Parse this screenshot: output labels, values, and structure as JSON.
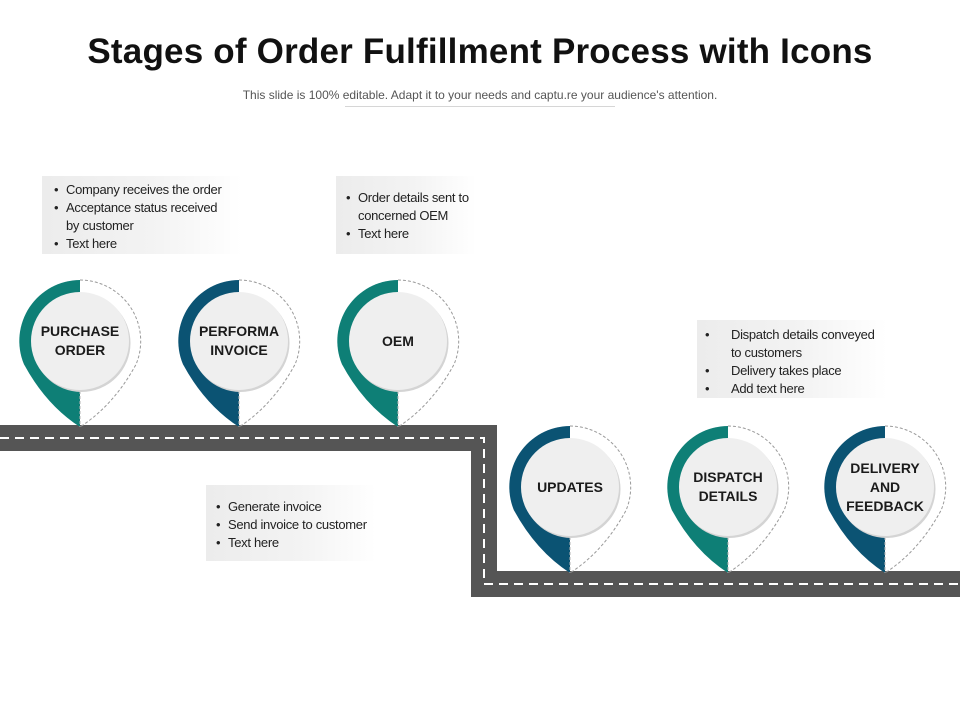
{
  "slide": {
    "title": "Stages of Order Fulfillment Process with Icons",
    "subtitle": "This slide is 100% editable. Adapt it to your needs and captu.re your audience's attention."
  },
  "colors": {
    "teal": "#0e7f76",
    "navy": "#0b5373",
    "road": "#555555",
    "road_dash": "#ffffff",
    "circle_fill": "#efefef",
    "note_fill": "#ececec"
  },
  "stages": [
    {
      "label": "PURCHASE\nORDER",
      "color": "teal"
    },
    {
      "label": "PERFORMA\nINVOICE",
      "color": "navy"
    },
    {
      "label": "OEM",
      "color": "teal"
    },
    {
      "label": "UPDATES",
      "color": "navy"
    },
    {
      "label": "DISPATCH\nDETAILS",
      "color": "teal"
    },
    {
      "label": "DELIVERY\nAND\nFEEDBACK",
      "color": "navy"
    }
  ],
  "notes": {
    "purchase": [
      "Company receives the order",
      "Acceptance status received by customer",
      "Text here"
    ],
    "oem": [
      "Order details sent to concerned OEM",
      "Text here"
    ],
    "dispatch": [
      "Dispatch details conveyed to customers",
      "Delivery takes place",
      "Add text here"
    ],
    "invoice": [
      "Generate invoice",
      "Send invoice to customer",
      "Text here"
    ]
  }
}
